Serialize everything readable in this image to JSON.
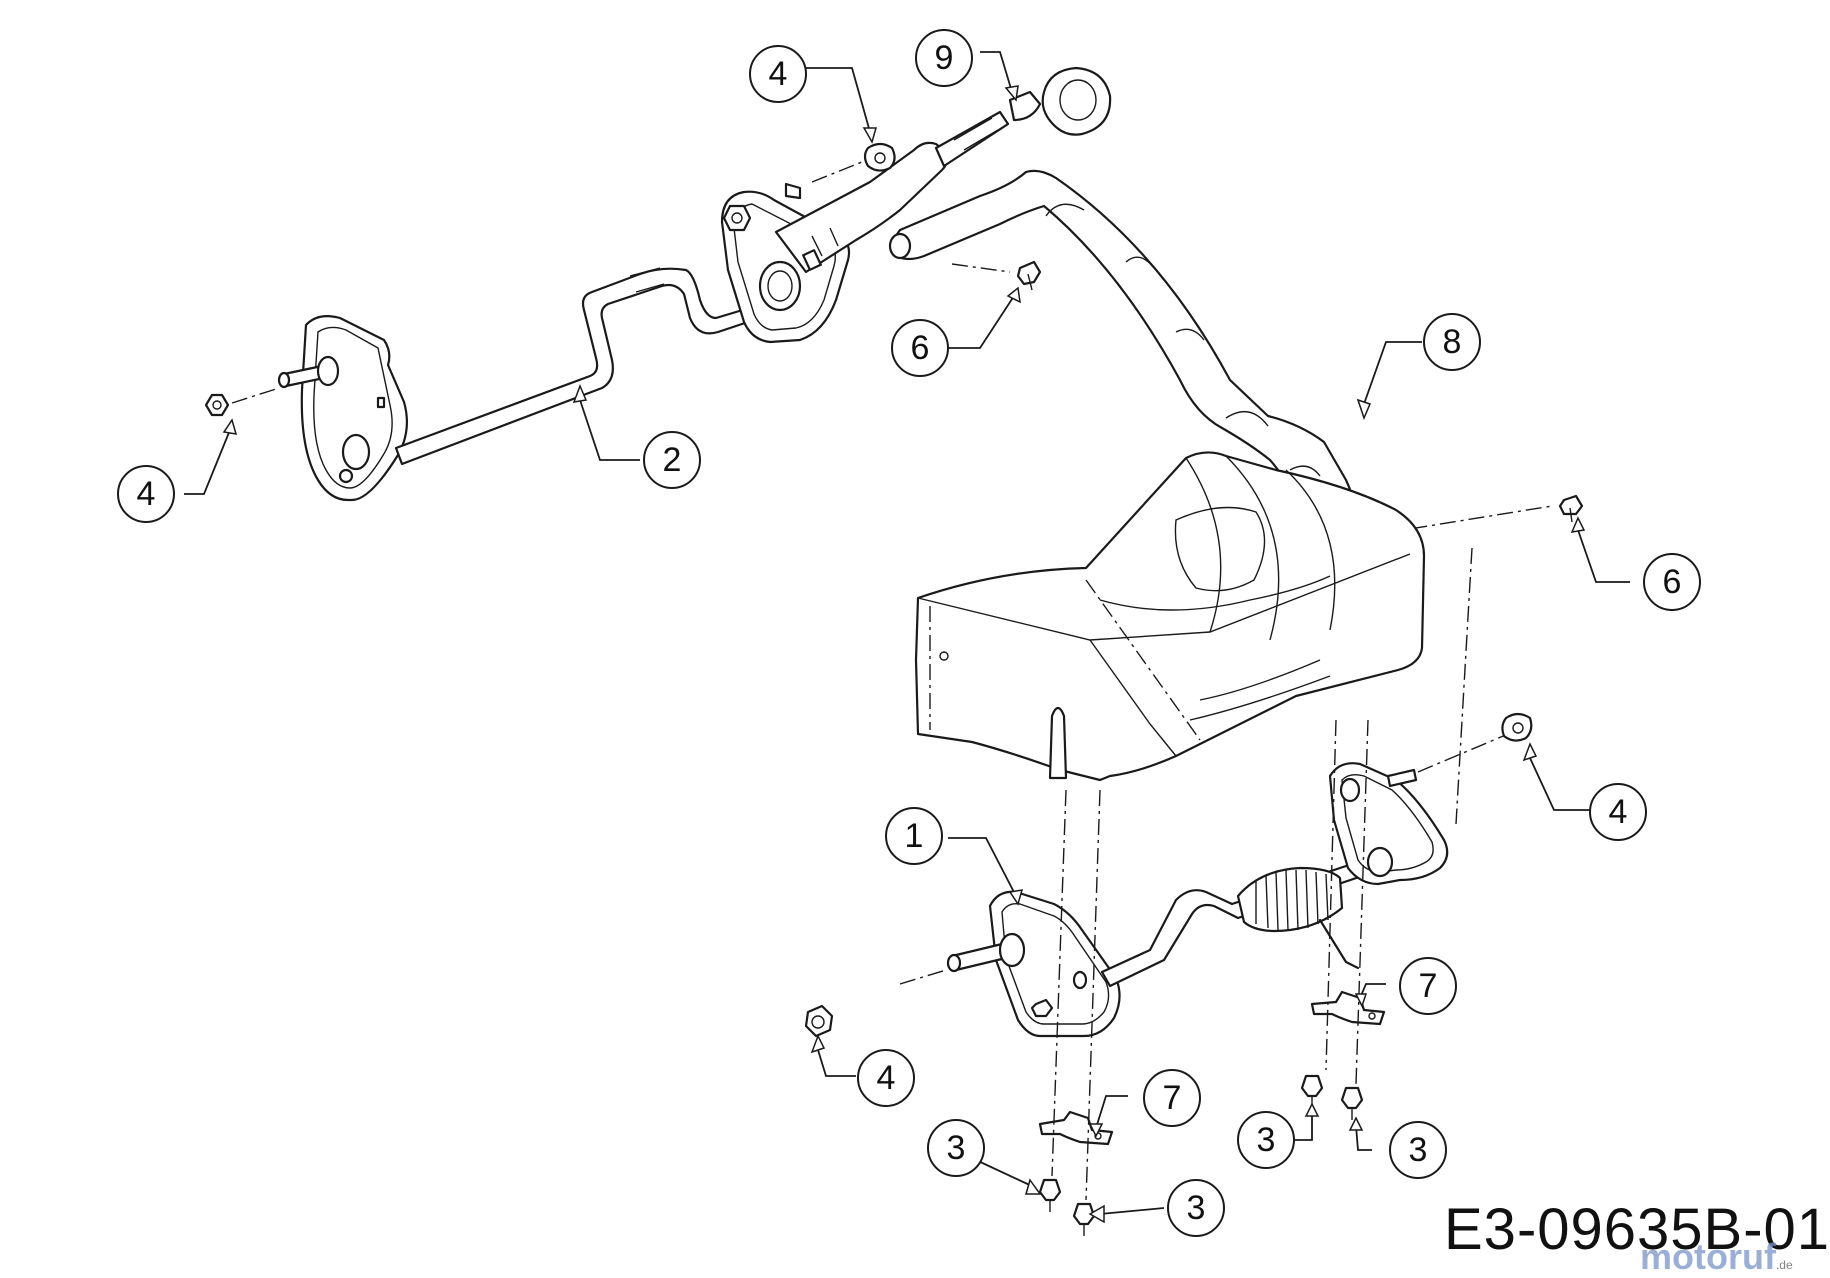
{
  "callouts": [
    {
      "id": "c-4-top",
      "label": "4"
    },
    {
      "id": "c-9",
      "label": "9"
    },
    {
      "id": "c-6-mid",
      "label": "6"
    },
    {
      "id": "c-8",
      "label": "8"
    },
    {
      "id": "c-2",
      "label": "2"
    },
    {
      "id": "c-4-left",
      "label": "4"
    },
    {
      "id": "c-6-right",
      "label": "6"
    },
    {
      "id": "c-4-right",
      "label": "4"
    },
    {
      "id": "c-1",
      "label": "1"
    },
    {
      "id": "c-7-right",
      "label": "7"
    },
    {
      "id": "c-4-bottom",
      "label": "4"
    },
    {
      "id": "c-7-left",
      "label": "7"
    },
    {
      "id": "c-3-a",
      "label": "3"
    },
    {
      "id": "c-3-b",
      "label": "3"
    },
    {
      "id": "c-3-c",
      "label": "3"
    },
    {
      "id": "c-3-d",
      "label": "3"
    }
  ],
  "drawing_code": "E3-09635B-01",
  "watermark": {
    "text": "motoruf",
    "tld": ".de"
  }
}
